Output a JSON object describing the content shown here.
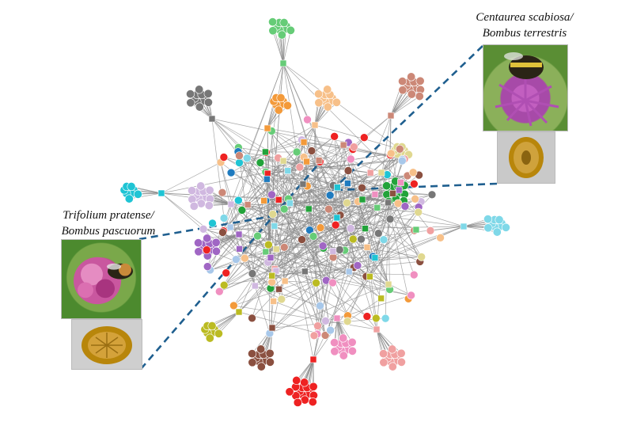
{
  "captions": {
    "left_line1": "Trifolium pratense/",
    "left_line2": "Bombus pascuorum",
    "right_line1": "Centaurea scabiosa/",
    "right_line2": "Bombus terrestris"
  },
  "colors": {
    "edge": "#8a8a8a",
    "callout_dash": "#1f5f8f",
    "plant_pink_line": "#e8a3c5",
    "bee_body": "#2a2416",
    "bee_band": "#e0c23a",
    "pollen_grain": "#b8860b"
  },
  "modules": [
    {
      "color": "#66cc77"
    },
    {
      "color": "#777777"
    },
    {
      "color": "#f39a3a"
    },
    {
      "color": "#f7c089"
    },
    {
      "color": "#cc8877"
    },
    {
      "color": "#e0d890"
    },
    {
      "color": "#1fc4d4"
    },
    {
      "color": "#d0b8e0"
    },
    {
      "color": "#22a33a"
    },
    {
      "color": "#7fd8e8"
    },
    {
      "color": "#a066c4"
    },
    {
      "color": "#bbbb22"
    },
    {
      "color": "#8b5040"
    },
    {
      "color": "#ee2222"
    },
    {
      "color": "#f08fc0"
    },
    {
      "color": "#f0a0a0"
    },
    {
      "color": "#1f7bbf"
    },
    {
      "color": "#a8c8ea"
    }
  ]
}
